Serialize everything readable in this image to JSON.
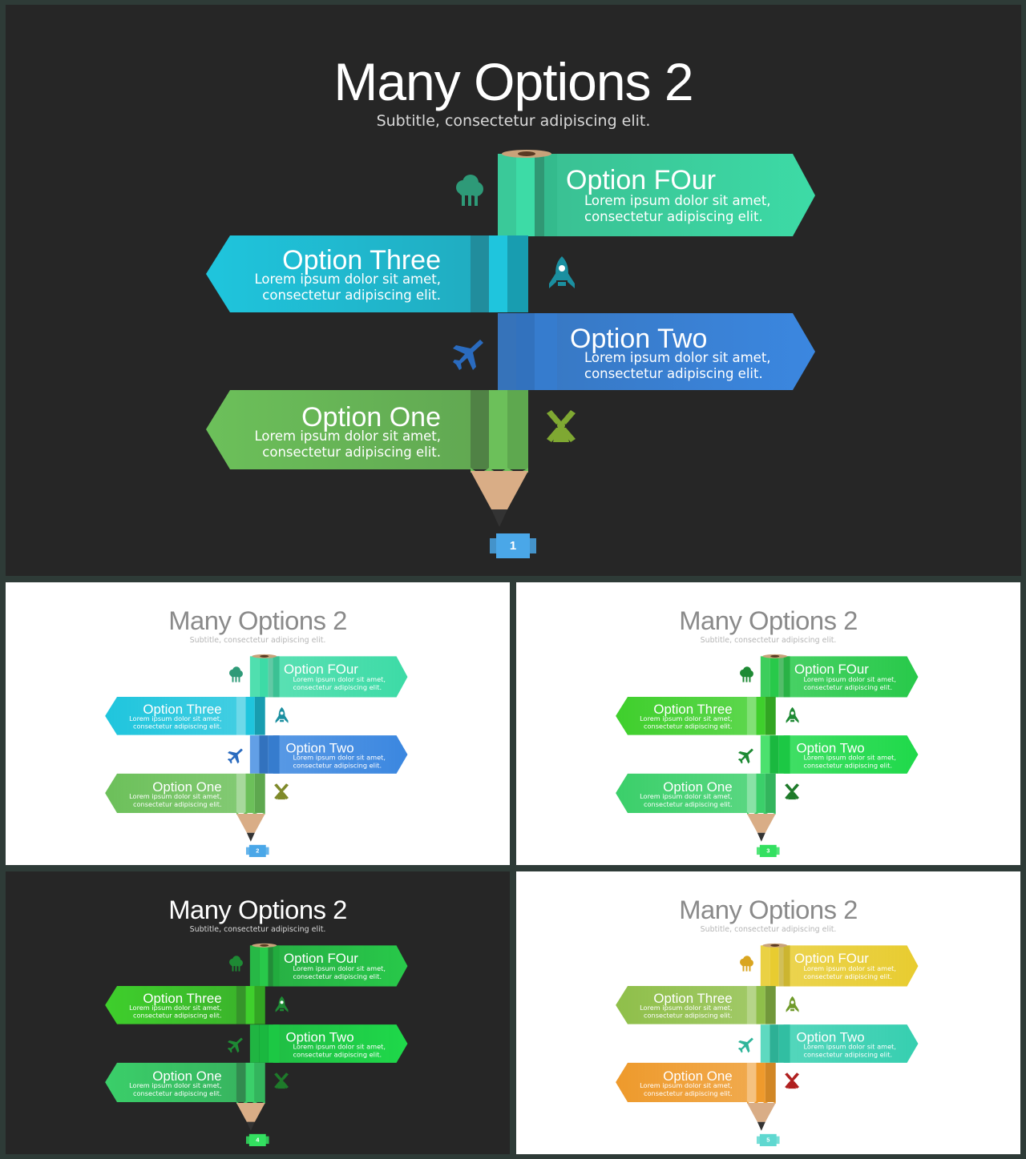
{
  "slides": [
    {
      "theme": "dark",
      "title": "Many Options 2",
      "subtitle": "Subtitle, consectetur adipiscing elit.",
      "page_number": "1",
      "colors": {
        "four": "#3ddba6",
        "three": "#1fc5dd",
        "two": "#3b87e0",
        "one": "#6cc05a",
        "badge": "#4aa7e8",
        "icon_tree": "#2e9a78",
        "icon_rocket": "#1b8fa0",
        "icon_plane": "#2a6bbf",
        "icon_mill": "#7fa832"
      },
      "options": [
        {
          "title": "Option FOur",
          "body_line1": "Lorem ipsum dolor sit amet,",
          "body_line2": "consectetur adipiscing elit.",
          "icon": "tree-icon"
        },
        {
          "title": "Option Three",
          "body_line1": "Lorem ipsum dolor sit amet,",
          "body_line2": "consectetur adipiscing elit.",
          "icon": "rocket-icon"
        },
        {
          "title": "Option Two",
          "body_line1": "Lorem ipsum dolor sit amet,",
          "body_line2": "consectetur adipiscing elit.",
          "icon": "airplane-icon"
        },
        {
          "title": "Option One",
          "body_line1": "Lorem ipsum dolor sit amet,",
          "body_line2": "consectetur adipiscing elit.",
          "icon": "windmill-icon"
        }
      ]
    },
    {
      "theme": "light",
      "title": "Many Options 2",
      "subtitle": "Subtitle, consectetur adipiscing elit.",
      "page_number": "2",
      "colors": {
        "four": "#3ddba6",
        "three": "#1fc5dd",
        "two": "#3b87e0",
        "one": "#6cc05a",
        "badge": "#4aa7e8",
        "icon_tree": "#2e9a78",
        "icon_rocket": "#1b8fa0",
        "icon_plane": "#2a6bbf",
        "icon_mill": "#7f8a2a"
      },
      "options": [
        {
          "title": "Option FOur",
          "body_line1": "Lorem ipsum dolor sit amet,",
          "body_line2": "consectetur adipiscing elit.",
          "icon": "tree-icon"
        },
        {
          "title": "Option Three",
          "body_line1": "Lorem ipsum dolor sit amet,",
          "body_line2": "consectetur adipiscing elit.",
          "icon": "rocket-icon"
        },
        {
          "title": "Option Two",
          "body_line1": "Lorem ipsum dolor sit amet,",
          "body_line2": "consectetur adipiscing elit.",
          "icon": "airplane-icon"
        },
        {
          "title": "Option One",
          "body_line1": "Lorem ipsum dolor sit amet,",
          "body_line2": "consectetur adipiscing elit.",
          "icon": "windmill-icon"
        }
      ]
    },
    {
      "theme": "light",
      "title": "Many Options 2",
      "subtitle": "Subtitle, consectetur adipiscing elit.",
      "page_number": "3",
      "colors": {
        "four": "#28c94a",
        "three": "#3fcf2c",
        "two": "#1fd94a",
        "one": "#3bcf6a",
        "badge": "#33e060",
        "icon_tree": "#1e8a34",
        "icon_rocket": "#1e8a34",
        "icon_plane": "#1e8a34",
        "icon_mill": "#1e7a2a"
      },
      "options": [
        {
          "title": "Option FOur",
          "body_line1": "Lorem ipsum dolor sit amet,",
          "body_line2": "consectetur adipiscing elit.",
          "icon": "tree-icon"
        },
        {
          "title": "Option Three",
          "body_line1": "Lorem ipsum dolor sit amet,",
          "body_line2": "consectetur adipiscing elit.",
          "icon": "rocket-icon"
        },
        {
          "title": "Option Two",
          "body_line1": "Lorem ipsum dolor sit amet,",
          "body_line2": "consectetur adipiscing elit.",
          "icon": "airplane-icon"
        },
        {
          "title": "Option One",
          "body_line1": "Lorem ipsum dolor sit amet,",
          "body_line2": "consectetur adipiscing elit.",
          "icon": "windmill-icon"
        }
      ]
    },
    {
      "theme": "dark",
      "title": "Many Options 2",
      "subtitle": "Subtitle, consectetur adipiscing elit.",
      "page_number": "4",
      "colors": {
        "four": "#28c94a",
        "three": "#3fcf2c",
        "two": "#1fd94a",
        "one": "#3bcf6a",
        "badge": "#33e060",
        "icon_tree": "#1e8a34",
        "icon_rocket": "#1e8a34",
        "icon_plane": "#1e8a34",
        "icon_mill": "#1e7a2a"
      },
      "options": [
        {
          "title": "Option FOur",
          "body_line1": "Lorem ipsum dolor sit amet,",
          "body_line2": "consectetur adipiscing elit.",
          "icon": "tree-icon"
        },
        {
          "title": "Option Three",
          "body_line1": "Lorem ipsum dolor sit amet,",
          "body_line2": "consectetur adipiscing elit.",
          "icon": "rocket-icon"
        },
        {
          "title": "Option Two",
          "body_line1": "Lorem ipsum dolor sit amet,",
          "body_line2": "consectetur adipiscing elit.",
          "icon": "airplane-icon"
        },
        {
          "title": "Option One",
          "body_line1": "Lorem ipsum dolor sit amet,",
          "body_line2": "consectetur adipiscing elit.",
          "icon": "windmill-icon"
        }
      ]
    },
    {
      "theme": "light",
      "title": "Many Options 2",
      "subtitle": "Subtitle, consectetur adipiscing elit.",
      "page_number": "5",
      "colors": {
        "four": "#e8cc30",
        "three": "#8fbf4a",
        "two": "#36cfb0",
        "one": "#ee9a2c",
        "badge": "#5fd8d0",
        "icon_tree": "#d9a520",
        "icon_rocket": "#6f9a2a",
        "icon_plane": "#2fb59a",
        "icon_mill": "#b02020"
      },
      "options": [
        {
          "title": "Option FOur",
          "body_line1": "Lorem ipsum dolor sit amet,",
          "body_line2": "consectetur adipiscing elit.",
          "icon": "tree-icon"
        },
        {
          "title": "Option Three",
          "body_line1": "Lorem ipsum dolor sit amet,",
          "body_line2": "consectetur adipiscing elit.",
          "icon": "rocket-icon"
        },
        {
          "title": "Option Two",
          "body_line1": "Lorem ipsum dolor sit amet,",
          "body_line2": "consectetur adipiscing elit.",
          "icon": "airplane-icon"
        },
        {
          "title": "Option One",
          "body_line1": "Lorem ipsum dolor sit amet,",
          "body_line2": "consectetur adipiscing elit.",
          "icon": "windmill-icon"
        }
      ]
    }
  ]
}
